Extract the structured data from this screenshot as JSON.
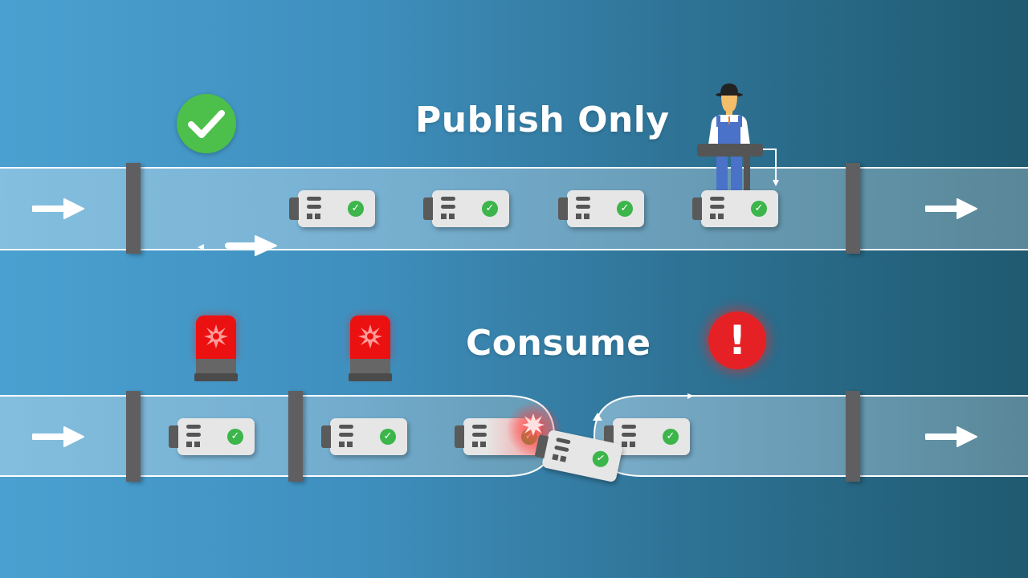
{
  "diagram": {
    "colors": {
      "background_left": "#4aa1d0",
      "background_right": "#1f5a70",
      "gate": "#5f5f61",
      "card": "#e6e6e6",
      "ok_green": "#3cb54a",
      "error_red": "#e52125",
      "siren_red": "#ec1111"
    },
    "top_section": {
      "title": "Publish Only",
      "status_icon": "check-circle-icon",
      "status": "success",
      "lane": {
        "flow_direction": "left-to-right",
        "gates": 2,
        "messages": [
          {
            "id": 1,
            "status_icon": "check-icon",
            "status": "ok"
          },
          {
            "id": 2,
            "status_icon": "check-icon",
            "status": "ok"
          },
          {
            "id": 3,
            "status_icon": "check-icon",
            "status": "ok"
          },
          {
            "id": 4,
            "status_icon": "check-icon",
            "status": "ok"
          }
        ],
        "worker": "worker-figure-icon"
      }
    },
    "bottom_section": {
      "title": "Consume",
      "status_icon": "exclamation-circle-icon",
      "status": "error",
      "alarms": [
        "siren-icon",
        "siren-icon"
      ],
      "lane": {
        "flow_direction": "left-to-right",
        "gates": 3,
        "messages": [
          {
            "id": 1,
            "status_icon": "check-icon",
            "status": "ok"
          },
          {
            "id": 2,
            "status_icon": "check-icon",
            "status": "ok"
          },
          {
            "id": 3,
            "status_icon": "check-icon",
            "status": "collision"
          },
          {
            "id": 4,
            "status_icon": "check-icon",
            "status": "derailed"
          },
          {
            "id": 5,
            "status_icon": "check-icon",
            "status": "ok"
          }
        ]
      }
    },
    "glyphs": {
      "check": "✓",
      "exclaim": "!"
    }
  }
}
